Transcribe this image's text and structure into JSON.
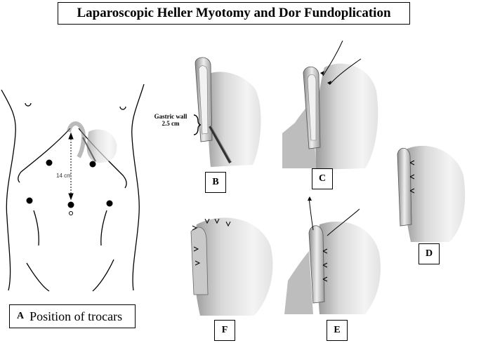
{
  "title": "Laparoscopic Heller Myotomy and Dor Fundoplication",
  "panel_a": {
    "letter": "A",
    "caption": "Position of trocars",
    "distance_label": "14 cm"
  },
  "panel_b": {
    "letter": "B",
    "annotation_line1": "Gastric wall",
    "annotation_line2": "2.5 cm"
  },
  "panel_c": {
    "letter": "C"
  },
  "panel_d": {
    "letter": "D"
  },
  "panel_e": {
    "letter": "E"
  },
  "panel_f": {
    "letter": "F"
  },
  "colors": {
    "ink": "#000000",
    "tissue_light": "#f2f2f2",
    "tissue_mid": "#c8c8c8",
    "tissue_dark": "#7a7a7a"
  }
}
